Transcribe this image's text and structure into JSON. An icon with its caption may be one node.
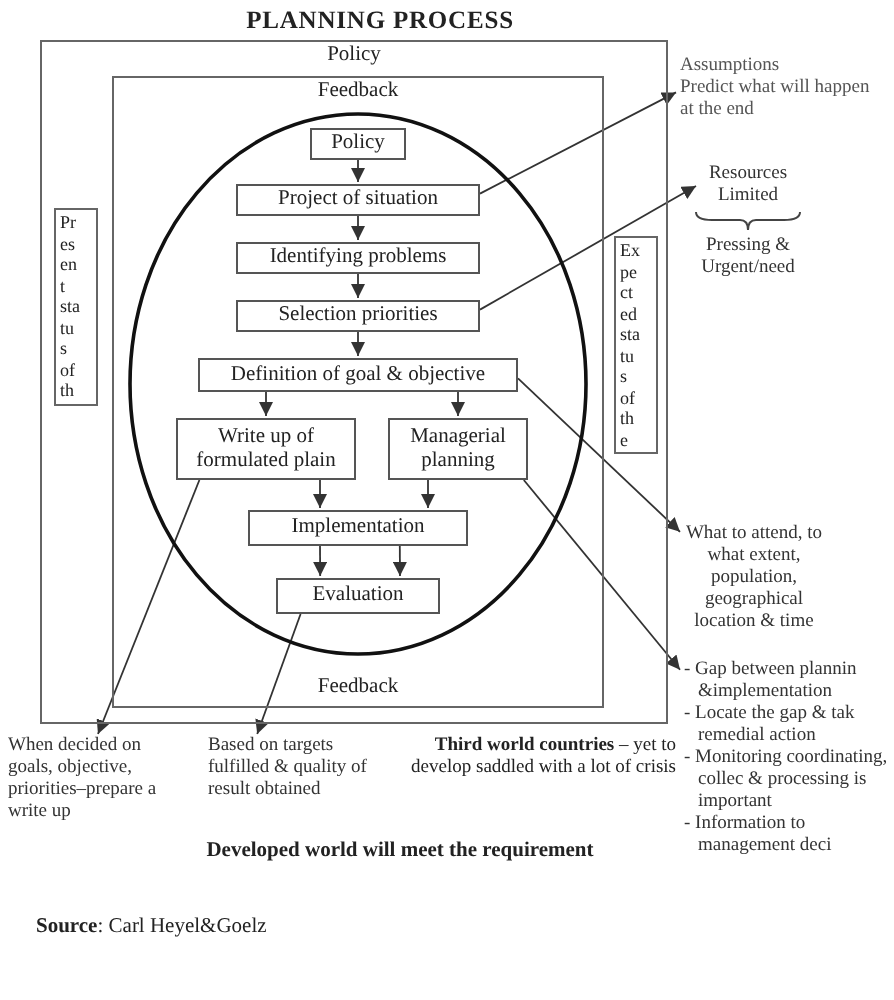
{
  "diagram": {
    "title": "PLANNING PROCESS",
    "nodes": [
      {
        "text": [
          "Policy"
        ]
      },
      {
        "text": [
          "Feedback",
          "Feedback"
        ],
        "in": 0
      },
      {
        "text": [],
        "shape": "circle",
        "in": 1
      },
      {
        "text": [
          "Policy"
        ],
        "in": 2
      },
      {
        "text": [
          "Assumptions",
          "Predict what will happen at the end"
        ]
      },
      {
        "text": [
          "Project of situation"
        ],
        "in": 2
      },
      {
        "text": [
          "Pr es en t sta tu s of th"
        ],
        "in": 0
      },
      {
        "text": [
          "Ex pe ct ed sta tu s of th e"
        ],
        "in": 0
      },
      {
        "text": [
          "Identifying problems"
        ],
        "in": 2
      },
      {
        "text": [
          "Selection priorities"
        ],
        "in": 2
      },
      {
        "text": [
          "Resources Limited"
        ],
        "beside": [
          "Pressing & Urgent/need"
        ]
      },
      {
        "text": [
          "Definition of goal & objective"
        ],
        "in": 2
      },
      {
        "text": [
          "Write up of formulated plain"
        ],
        "in": 2
      },
      {
        "text": [
          "Managerial planning"
        ],
        "in": 2
      },
      {
        "text": [
          "What to attend, to what extent, population, geographical location & time"
        ]
      },
      {
        "text": [
          "Implementation"
        ],
        "in": 2
      },
      {
        "text": [
          "When decided on goals, objective, priorities–prepare a write up"
        ]
      },
      {
        "text": [
          "Evaluation"
        ],
        "in": 2
      },
      {
        "text": [
          "- Gap between plannin &implementation",
          "- Locate the gap & tak remedial action",
          "- Monitoring coordinating, collec & processing is important",
          "- Information to management deci"
        ]
      },
      {
        "text": [
          "Based on targets fulfilled & quality of result obtained"
        ]
      }
    ],
    "edges": [
      {
        "from": 3,
        "to": 5,
        "arrow": "to"
      },
      {
        "from": 5,
        "to": 4,
        "arrow": "to"
      },
      {
        "from": 5,
        "to": 8,
        "arrow": "to"
      },
      {
        "from": 8,
        "to": 9,
        "arrow": "to"
      },
      {
        "from": 9,
        "to": 10,
        "arrow": "to"
      },
      {
        "from": 9,
        "to": 11,
        "arrow": "to"
      },
      {
        "from": 11,
        "to": 12,
        "arrow": "to"
      },
      {
        "from": 11,
        "to": 13,
        "arrow": "to"
      },
      {
        "from": 11,
        "to": 14,
        "arrow": "to"
      },
      {
        "from": 12,
        "to": 15,
        "arrow": "to"
      },
      {
        "from": 13,
        "to": 15,
        "arrow": "to"
      },
      {
        "from": 12,
        "to": 16,
        "arrow": "to"
      },
      {
        "from": 15,
        "to": 17,
        "arrow": "to"
      },
      {
        "from": 15,
        "to": 17,
        "arrow": "to"
      },
      {
        "from": 13,
        "to": 18,
        "arrow": "to"
      },
      {
        "from": 17,
        "to": 19,
        "arrow": "to"
      }
    ],
    "labels": [
      "**Third world countries** – yet to develop saddled with a lot of crisis",
      "Developed world will meet the requirement",
      "**Source**: Carl Heyel&Goelz"
    ]
  }
}
